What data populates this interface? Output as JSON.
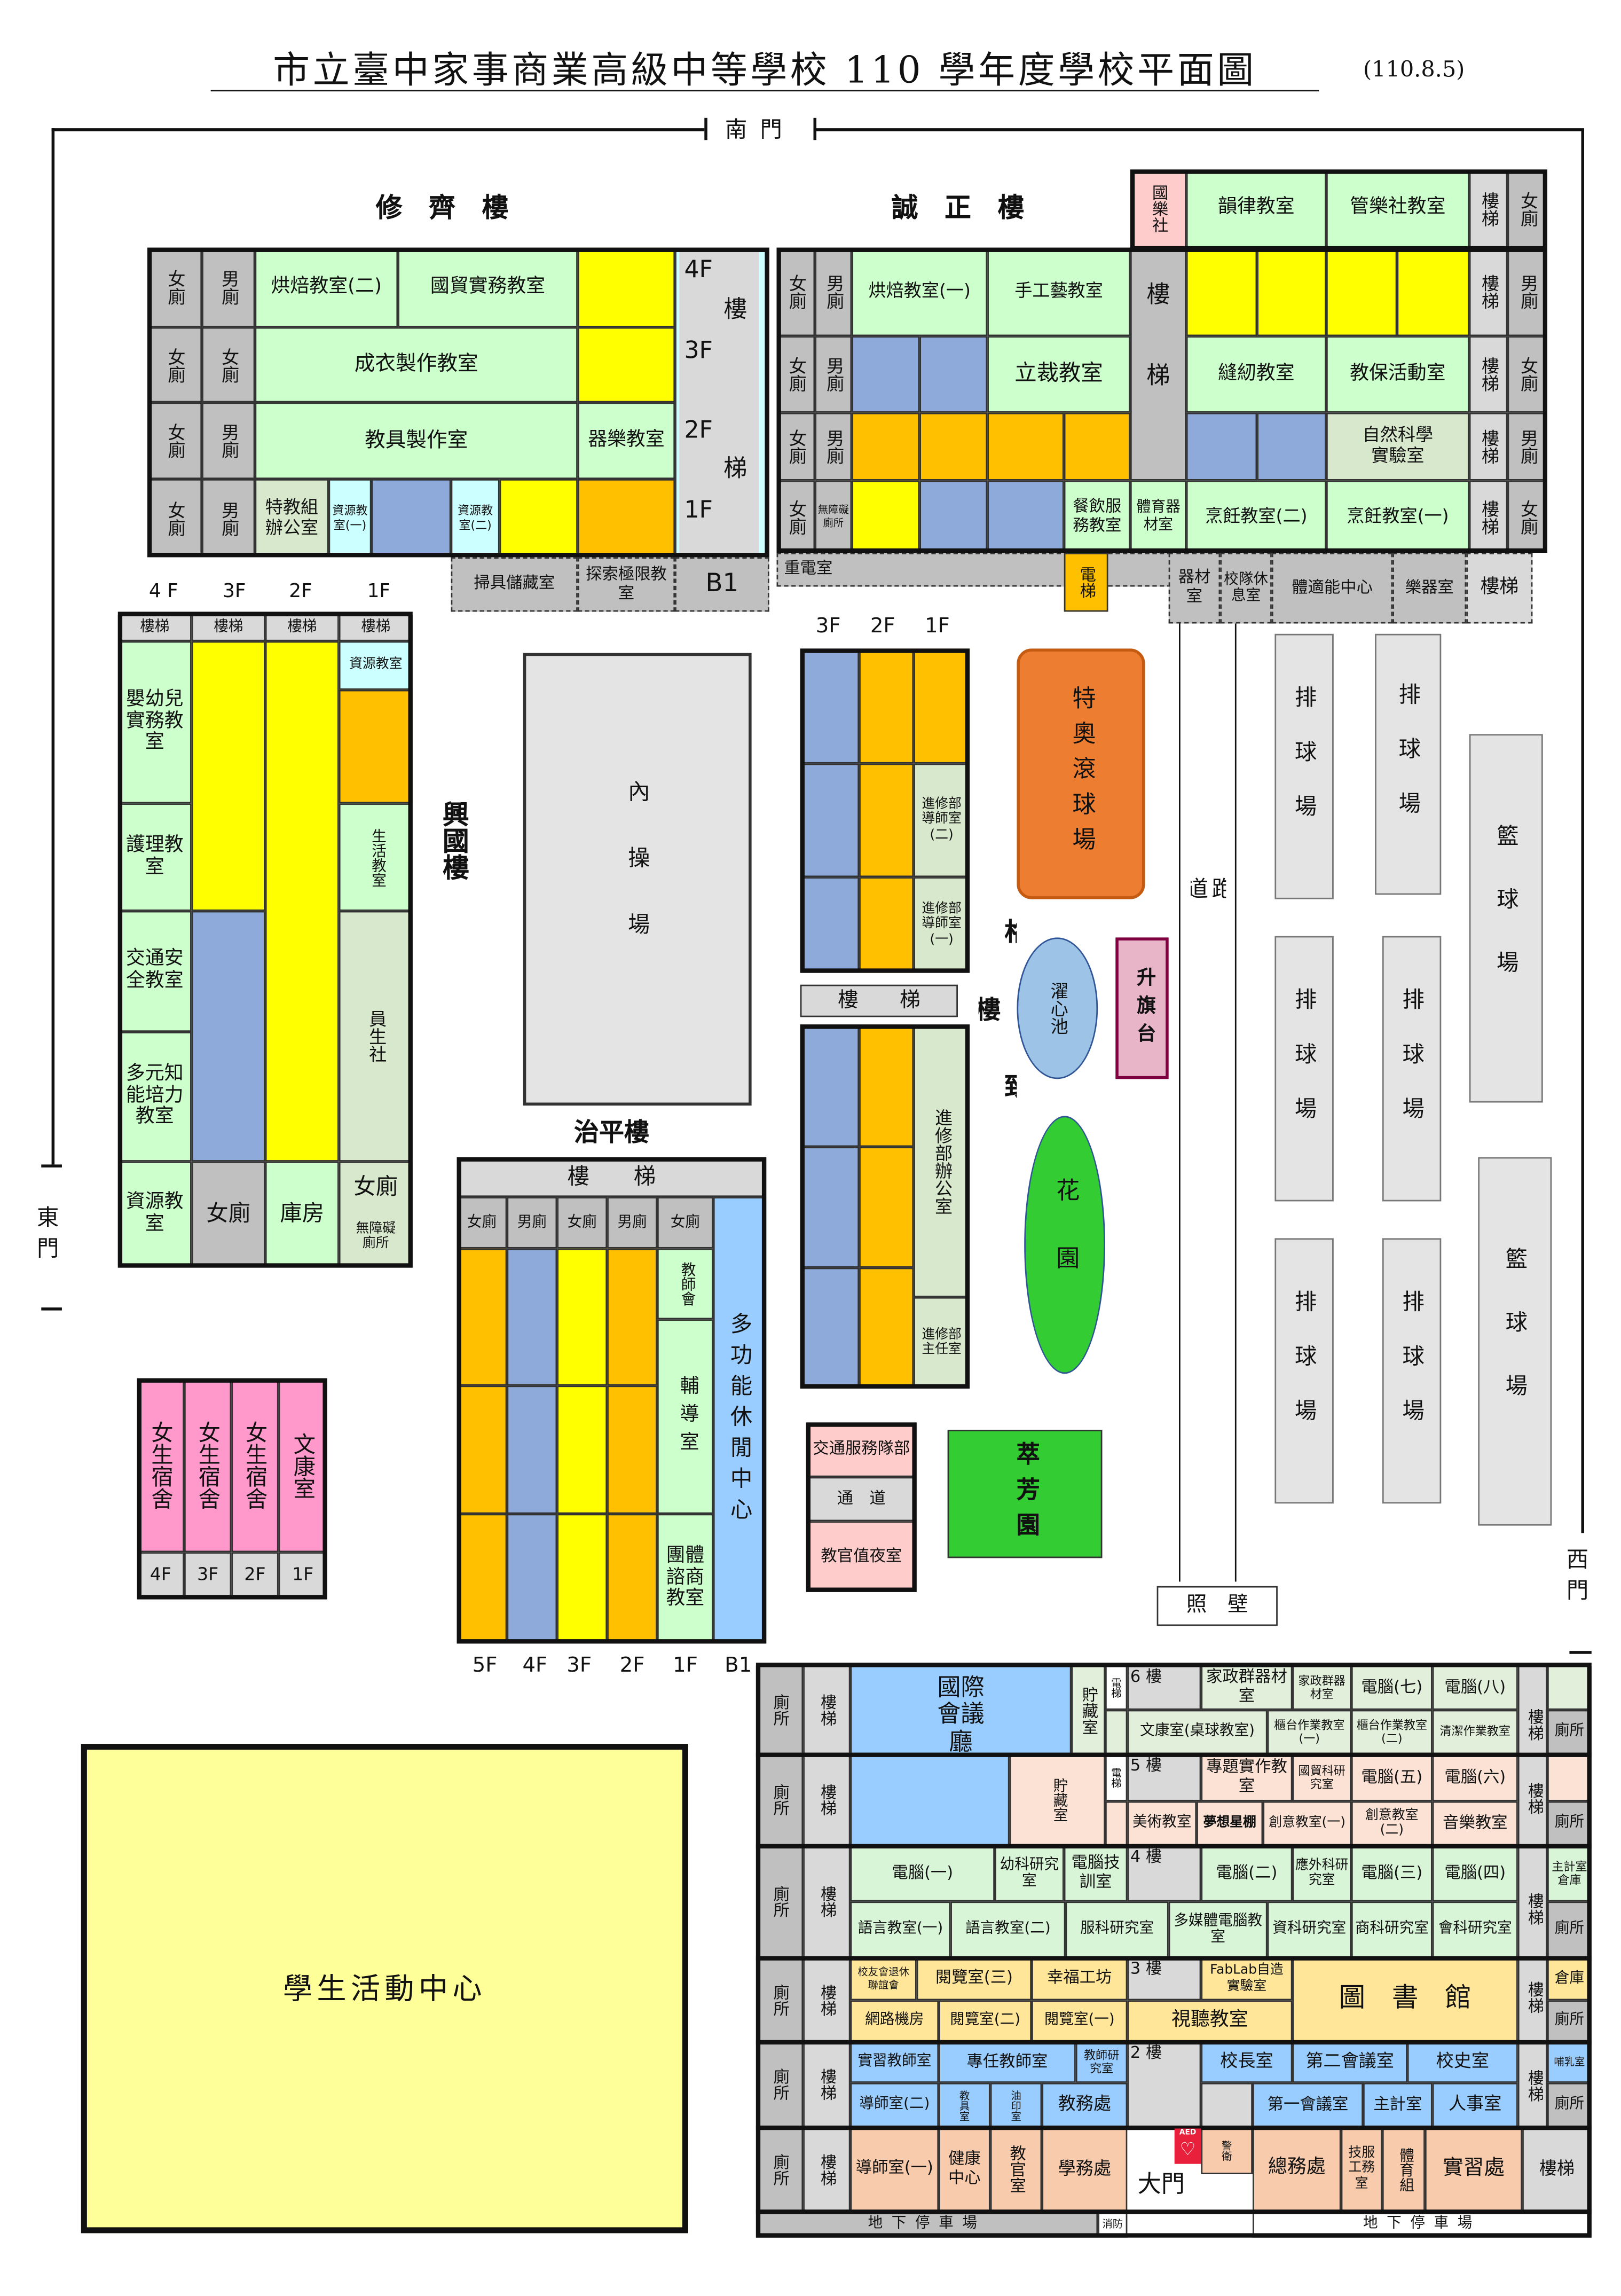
{
  "title": "市立臺中家事商業高級中等學校 110 學年度學校平面圖",
  "date": "(110.8.5)",
  "gates": {
    "south": "南 門",
    "east": "東門",
    "west": "西門"
  },
  "xiuqi": {
    "name": "修　齊　樓",
    "floors": [
      "4F",
      "3F",
      "2F",
      "1F",
      "B1"
    ],
    "rooms": [
      "女廁",
      "男廁",
      "烘焙教室(二)",
      "國貿實務教室",
      "女廁",
      "女廁",
      "成衣製作教室",
      "女廁",
      "男廁",
      "教具製作室",
      "器樂教室",
      "女廁",
      "男廁",
      "特教組辦公室",
      "資源教室(一)",
      "資源教室(二)",
      "樓",
      "梯",
      "掃具儲藏室",
      "探索極限教室"
    ]
  },
  "chengzheng": {
    "name": "誠　正　樓",
    "rooms": [
      "國樂社",
      "韻律教室",
      "管樂社教室",
      "樓梯",
      "女廁",
      "女廁",
      "男廁",
      "烘焙教室(一)",
      "手工藝教室",
      "樓",
      "樓梯",
      "男廁",
      "女廁",
      "男廁",
      "立裁教室",
      "梯",
      "縫紉教室",
      "教保活動室",
      "樓梯",
      "女廁",
      "女廁",
      "男廁",
      "自然科學實驗室",
      "樓梯",
      "男廁",
      "女廁",
      "無障礙廁所",
      "餐飲服務教室",
      "體育器材室",
      "烹飪教室(二)",
      "烹飪教室(一)",
      "樓梯",
      "女廁",
      "重電室",
      "電梯",
      "器材室",
      "校隊休息室",
      "體適能中心",
      "樂器室",
      "樓梯"
    ]
  },
  "xingguo": {
    "name": "興國樓",
    "floors": [
      "4 F",
      "3F",
      "2F",
      "1F"
    ],
    "stairs": "樓梯",
    "rooms": [
      "嬰幼兒實務教室",
      "護理教室",
      "交通安全教室",
      "多元知能培力教室",
      "資源教室",
      "女廁",
      "庫房",
      "資源教室",
      "生活教室",
      "員生社",
      "女廁",
      "無障礙廁所"
    ]
  },
  "gezhi": {
    "name": "格致樓",
    "floors": [
      "3F",
      "2F",
      "1F"
    ],
    "rooms": [
      "進修部導師室(二)",
      "進修部導師室(一)",
      "樓　　梯",
      "進修部辦公室",
      "進修部主任室"
    ]
  },
  "zhiping": {
    "name": "治平樓",
    "stairs": "樓　　梯",
    "floors": [
      "5F",
      "4F",
      "3F",
      "2F",
      "1F",
      "B1"
    ],
    "rooms": [
      "女廁",
      "男廁",
      "女廁",
      "男廁",
      "女廁",
      "多功能休閒中心",
      "教師會",
      "輔導室",
      "團體諮商教室"
    ]
  },
  "dorm": {
    "floors": [
      "4F",
      "3F",
      "2F",
      "1F"
    ],
    "rooms": [
      "女生宿舍",
      "女生宿舍",
      "女生宿舍",
      "文康室"
    ]
  },
  "campus": {
    "inner_field": "內操場",
    "boccia": "特奧滾球場",
    "pond": "濯心池",
    "flag_platform": "升旗台",
    "garden": "花園",
    "garden2": "萃芳園",
    "track": "跑道",
    "screen_wall": "照　壁",
    "volleyball": "排球場",
    "basketball": "籃球場",
    "activity_center": "學生活動中心",
    "traffic": "交通服務隊部",
    "passage": "通　道",
    "night_duty": "教官值夜室"
  },
  "main": {
    "floors": [
      "6 樓",
      "5 樓",
      "4 樓",
      "3 樓",
      "2 樓"
    ],
    "rooms": [
      "廁所",
      "樓梯",
      "國際會議廳",
      "貯藏室",
      "電梯",
      "",
      "家政群器材室",
      "家政群器材室",
      "電腦(七)",
      "電腦(八)",
      "文康室(桌球教室)",
      "櫃台作業教室(一)",
      "櫃台作業教室(二)",
      "清潔作業教室",
      "貯藏室",
      "",
      "",
      "專題實作教室",
      "國貿科研究室",
      "電腦(五)",
      "電腦(六)",
      "美術教室",
      "夢想星棚",
      "創意教室(一)",
      "創意教室(二)",
      "音樂教室",
      "電腦(一)",
      "幼科研究室",
      "電腦技訓室",
      "",
      "電腦(二)",
      "應外科研究室",
      "電腦(三)",
      "電腦(四)",
      "主計室倉庫",
      "語言教室(一)",
      "語言教室(二)",
      "服科研究室",
      "多媒體電腦教室",
      "資科研究室",
      "商科研究室",
      "會科研究室",
      "校友會退休聯誼會",
      "閱覽室(三)",
      "幸福工坊",
      "",
      "FabLab自造實驗室",
      "圖　書　館",
      "倉庫",
      "網路機房",
      "閱覽室(二)",
      "閱覽室(一)",
      "視聽教室",
      "實習教師室",
      "專任教師室",
      "教師研究室",
      "",
      "校長室",
      "第二會議室",
      "校史室",
      "哺乳室",
      "導師室(二)",
      "教具室",
      "油印室",
      "教務處",
      "第一會議室",
      "主計室",
      "人事室",
      "導師室(一)",
      "健康中心",
      "教官室",
      "學務處",
      "大門",
      "警衛",
      "總務處",
      "技服工務室",
      "體育組",
      "實習處",
      "樓梯",
      "地下停車場",
      "消防"
    ]
  },
  "icons": {
    "aed": "AED"
  },
  "colors": {
    "green": "#ccffcc",
    "yellow": "#ffff00",
    "orange": "#ffc000",
    "blue": "#8eaadb",
    "gray": "#c0c0c0"
  }
}
